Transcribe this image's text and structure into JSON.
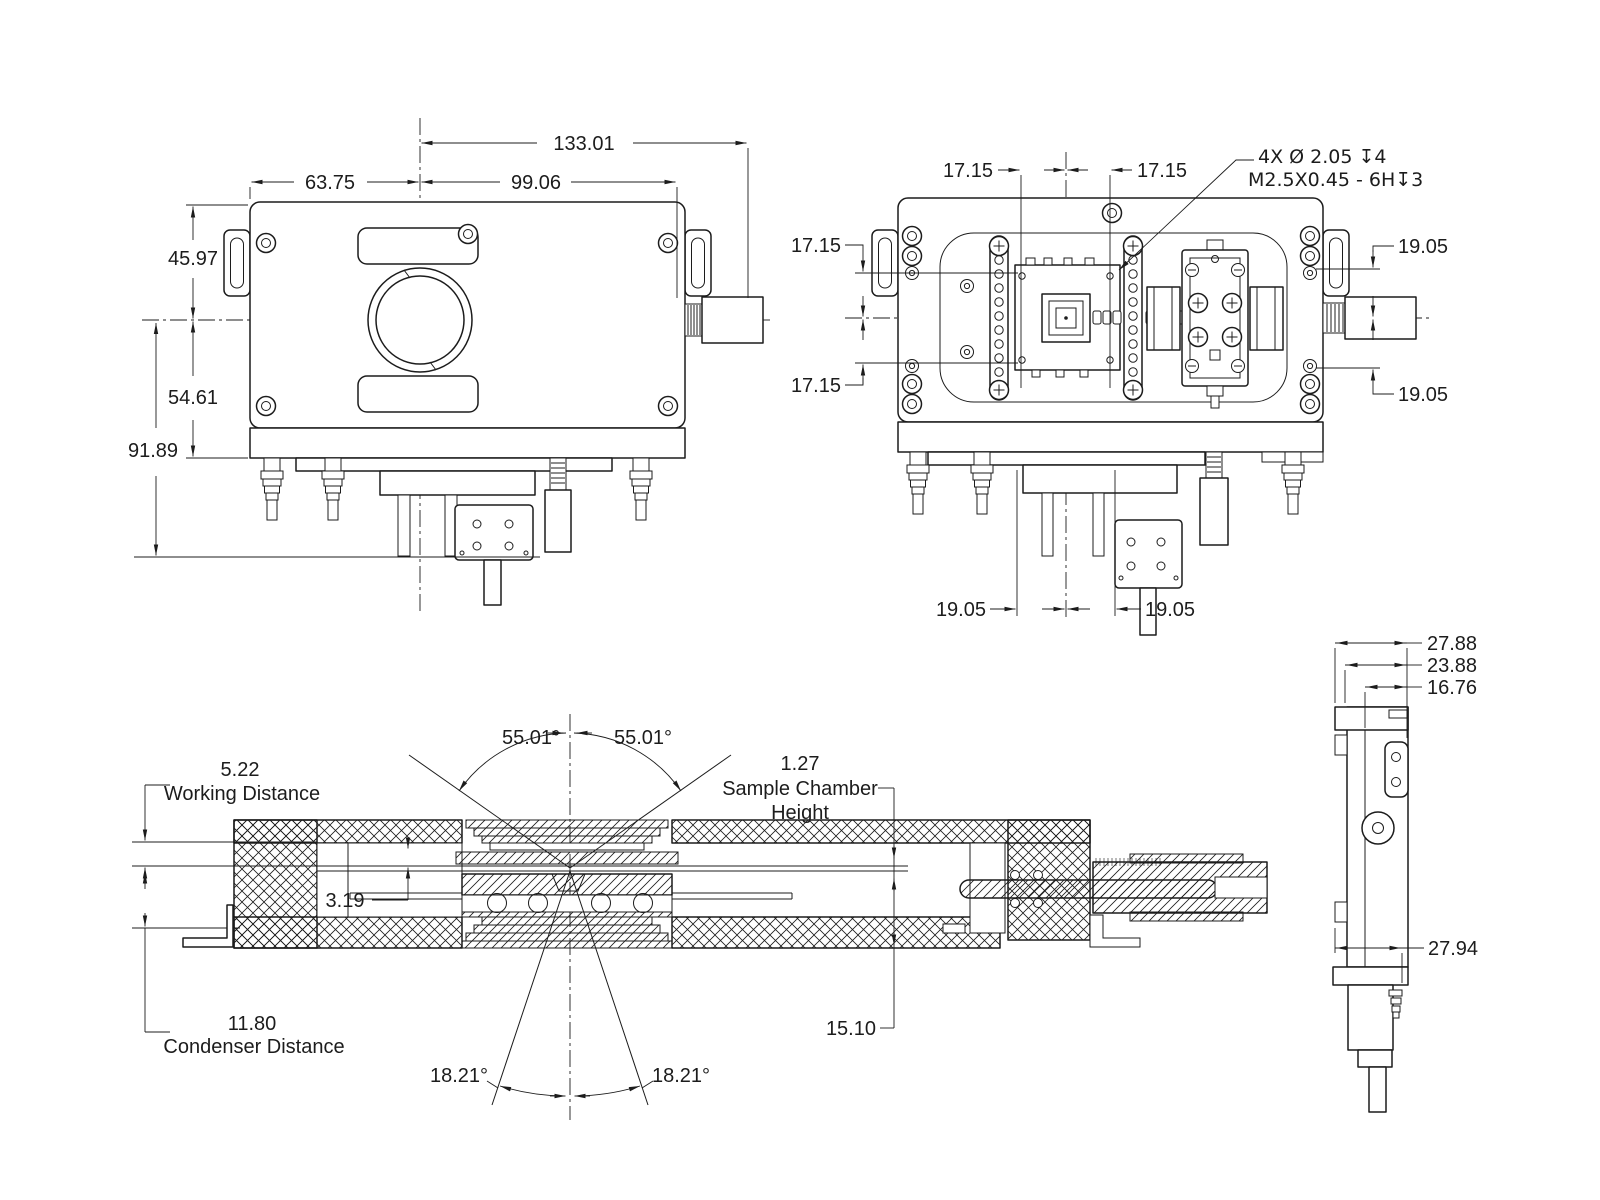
{
  "front_view": {
    "overall_width": "133.01",
    "left_width": "63.75",
    "right_width": "99.06",
    "upper_height": "45.97",
    "lower_height": "54.61",
    "overall_height": "91.89"
  },
  "top_view": {
    "top_left_offset": "17.15",
    "top_right_offset": "17.15",
    "left_upper_offset": "17.15",
    "left_lower_offset": "17.15",
    "right_upper_offset": "19.05",
    "right_lower_offset": "19.05",
    "bottom_left_offset": "19.05",
    "bottom_right_offset": "19.05",
    "hole_callout_line1": "4X Ø 2.05 ↧4",
    "hole_callout_line2": "M2.5X0.45  - 6H↧3"
  },
  "section_view": {
    "upper_angle_left": "55.01°",
    "upper_angle_right": "55.01°",
    "lower_angle_left": "18.21°",
    "lower_angle_right": "18.21°",
    "working_distance_value": "5.22",
    "working_distance_label": "Working Distance",
    "stage_offset": "3.19",
    "condenser_distance_value": "11.80",
    "condenser_distance_label": "Condenser Distance",
    "sample_chamber_value": "1.27",
    "sample_chamber_label_line1": "Sample Chamber",
    "sample_chamber_label_line2": "Height",
    "base_depth": "15.10"
  },
  "side_view": {
    "depth_overall": "27.88",
    "depth_mid": "23.88",
    "depth_inner": "16.76",
    "depth_lower": "27.94"
  }
}
